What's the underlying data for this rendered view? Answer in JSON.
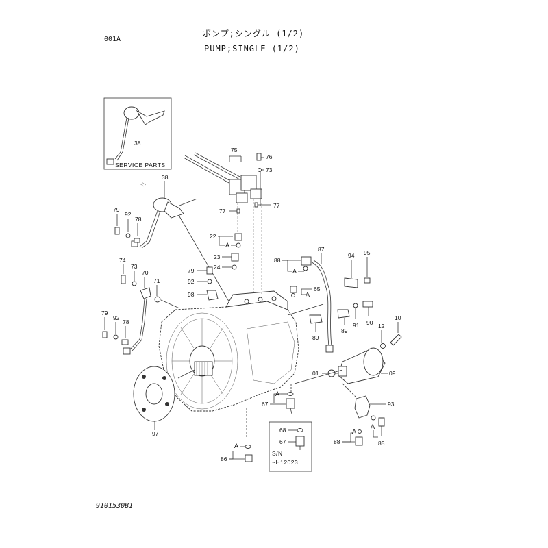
{
  "header": {
    "page_code": "001A",
    "title_jp": "ポンプ;シングル (1/2)",
    "title_en": "PUMP;SINGLE (1/2)"
  },
  "footer": {
    "document_number": "9101530B1"
  },
  "service_parts_box": {
    "label": "SERVICE PARTS",
    "part": "38"
  },
  "serial_box": {
    "line1": "S/N",
    "line2": "~H12023",
    "parts": [
      "68",
      "67"
    ]
  },
  "callouts": {
    "p38_inset": "38",
    "p38": "38",
    "p79a": "79",
    "p92a": "92",
    "p78a": "78",
    "p74": "74",
    "p73a": "73",
    "p70": "70",
    "p71": "71",
    "p79b": "79",
    "p92b": "92",
    "p78b": "78",
    "p97": "97",
    "p75": "75",
    "p76": "76",
    "p73b": "73",
    "p77a": "77",
    "p77b": "77",
    "p22": "22",
    "p23": "23",
    "p24": "24",
    "p79c": "79",
    "p92c": "92",
    "p98": "98",
    "p88a": "88",
    "p87": "87",
    "p65": "65",
    "p94": "94",
    "p95": "95",
    "p89a": "89",
    "p89b": "89",
    "p91": "91",
    "p90": "90",
    "p12": "12",
    "p10": "10",
    "p01": "01",
    "p09": "09",
    "p67a": "67",
    "p93": "93",
    "p88b": "88",
    "p85": "85",
    "p86": "86",
    "p68": "68",
    "p67b": "67"
  },
  "reference_letter": "A"
}
